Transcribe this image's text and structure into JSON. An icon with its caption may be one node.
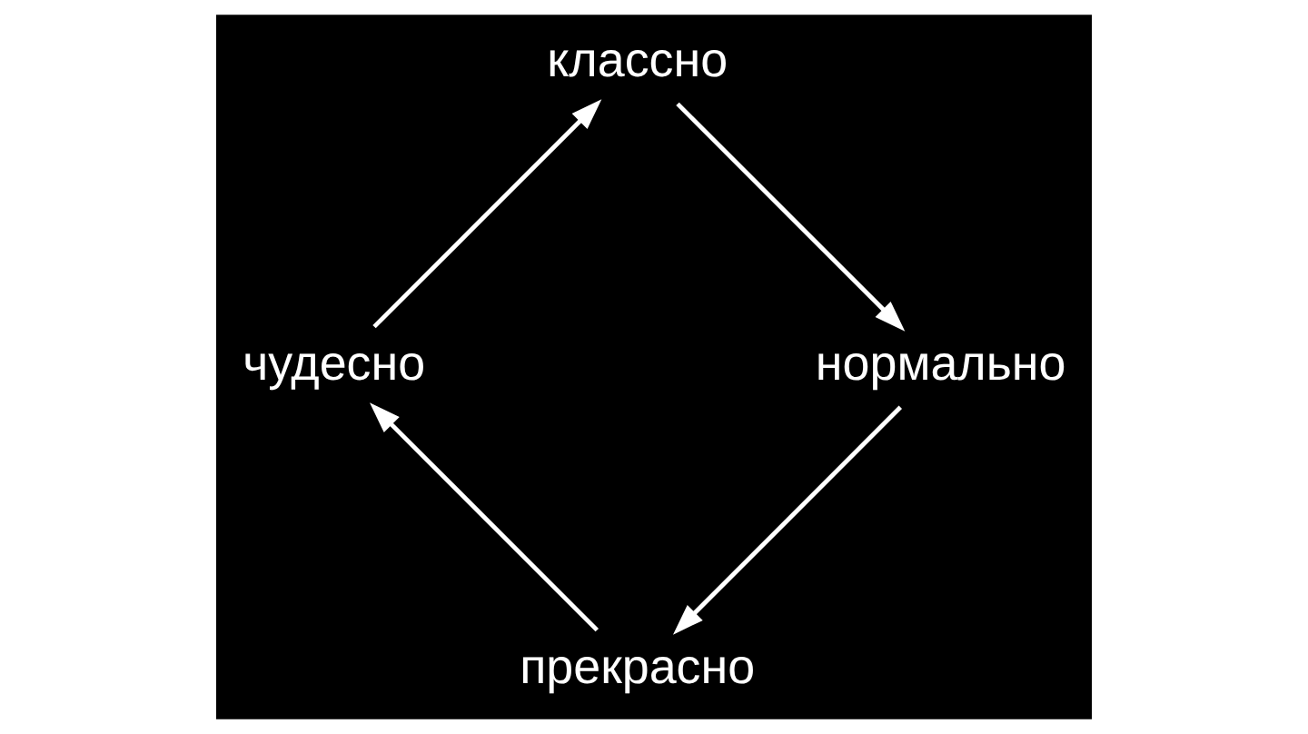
{
  "diagram": {
    "nodes": [
      {
        "text": [
          "прекрасно"
        ]
      },
      {
        "text": [
          "чудесно"
        ]
      },
      {
        "text": [
          "классно"
        ]
      },
      {
        "text": [
          "нормально"
        ]
      }
    ],
    "edges": [
      {
        "from": 0,
        "to": 1,
        "arrow": "to"
      },
      {
        "from": 1,
        "to": 2,
        "arrow": "to"
      },
      {
        "from": 2,
        "to": 3,
        "arrow": "to"
      },
      {
        "from": 3,
        "to": 0,
        "arrow": "to"
      }
    ]
  }
}
